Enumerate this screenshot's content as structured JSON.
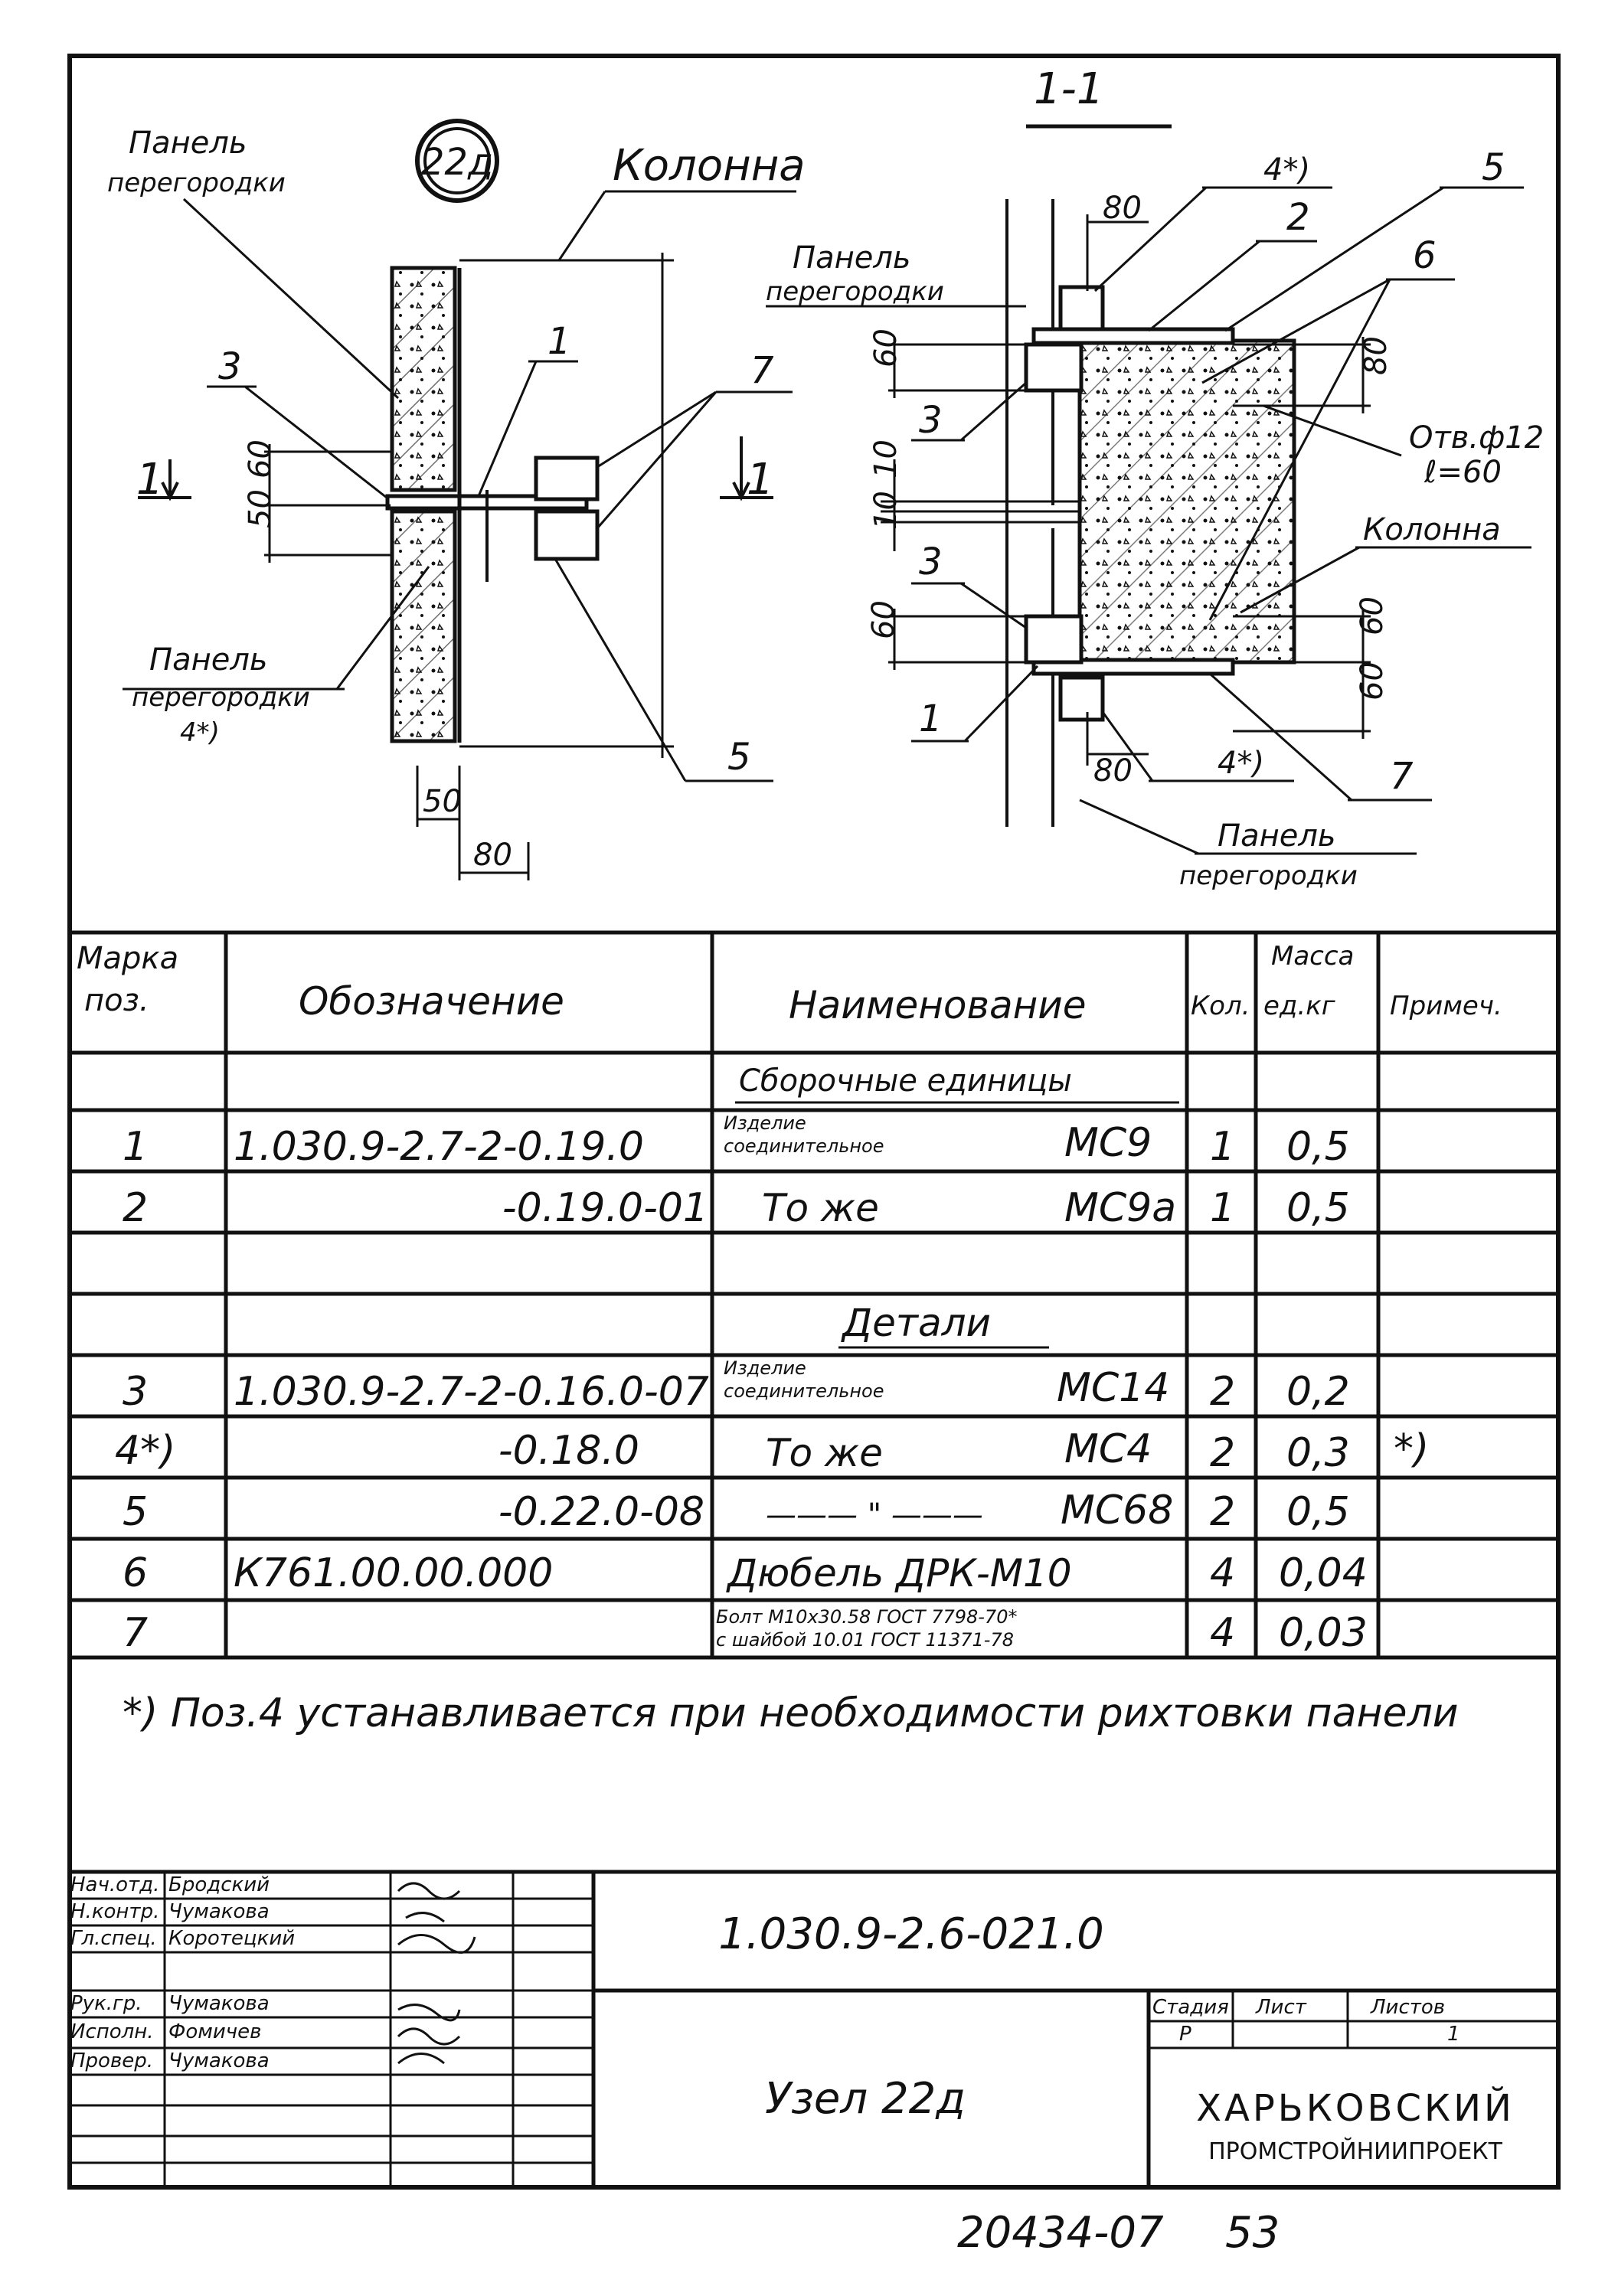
{
  "drawing": {
    "node_mark": "22д",
    "section_label": "1-1",
    "left_view": {
      "label_panel_top": [
        "Панель",
        "перегородки"
      ],
      "label_column": "Колонна",
      "label_panel_bottom": [
        "Панель",
        "перегородки"
      ],
      "label_panel_bottom_pos": "4*)",
      "pos_3": "3",
      "pos_1": "1",
      "pos_7": "7",
      "pos_5": "5",
      "section_mark_left": "1",
      "section_mark_right": "1",
      "dim_60": "60",
      "dim_50": "50",
      "dim_50b": "50",
      "dim_80": "80"
    },
    "right_view": {
      "pos_4_top": "4*)",
      "pos_5": "5",
      "pos_2": "2",
      "pos_6": "6",
      "pos_3a": "3",
      "pos_3b": "3",
      "pos_1": "1",
      "pos_4_bottom": "4*)",
      "pos_7": "7",
      "label_panel_top": [
        "Панель",
        "перегородки"
      ],
      "label_panel_bottom": [
        "Панель",
        "перегородки"
      ],
      "label_column": "Колонна",
      "hole_label": [
        "Отв.ф12",
        "ℓ=60"
      ],
      "dim_80_top": "80",
      "dim_80_bottom": "80",
      "dim_60a": "60",
      "dim_10a": "10",
      "dim_10b": "10",
      "dim_60b": "60",
      "dim_80_right": "80",
      "dim_60_right": "60",
      "dim_60_right2": "60"
    }
  },
  "spec_table": {
    "headers": {
      "mark": [
        "Марка",
        "поз."
      ],
      "designation": "Обозначение",
      "name": "Наименование",
      "qty": "Кол.",
      "mass": [
        "Масса",
        "ед.кг"
      ],
      "note": "Примеч."
    },
    "sections": {
      "assembly": "Сборочные единицы",
      "details": "Детали"
    },
    "rows": [
      {
        "pos": "1",
        "designation": "1.030.9-2.7-2-0.19.0",
        "name": [
          "Изделие",
          "соединительное"
        ],
        "code": "МС9",
        "qty": "1",
        "mass": "0,5",
        "note": ""
      },
      {
        "pos": "2",
        "designation": "-0.19.0-01",
        "name": [
          "То же"
        ],
        "code": "МС9а",
        "qty": "1",
        "mass": "0,5",
        "note": ""
      },
      {
        "pos": "3",
        "designation": "1.030.9-2.7-2-0.16.0-07",
        "name": [
          "Изделие",
          "соединительное"
        ],
        "code": "МС14",
        "qty": "2",
        "mass": "0,2",
        "note": ""
      },
      {
        "pos": "4*)",
        "designation": "-0.18.0",
        "name": [
          "То же"
        ],
        "code": "МС4",
        "qty": "2",
        "mass": "0,3",
        "note": "*)"
      },
      {
        "pos": "5",
        "designation": "-0.22.0-08",
        "name": [
          "——— \" ———"
        ],
        "code": "МС68",
        "qty": "2",
        "mass": "0,5",
        "note": ""
      },
      {
        "pos": "6",
        "designation": "К761.00.00.000",
        "name": [
          "Дюбель ДРК-М10"
        ],
        "code": "",
        "qty": "4",
        "mass": "0,04",
        "note": ""
      },
      {
        "pos": "7",
        "designation": "",
        "name": [
          "Болт М10х30.58 ГОСТ 7798-70*",
          "с шайбой 10.01 ГОСТ 11371-78"
        ],
        "code": "",
        "qty": "4",
        "mass": "0,03",
        "note": ""
      }
    ],
    "footnote": "*) Поз.4 устанавливается при необходимости рихтовки панели"
  },
  "title_block": {
    "signatures": [
      {
        "role": "Нач.отд.",
        "name": "Бродский"
      },
      {
        "role": "Н.контр.",
        "name": "Чумакова"
      },
      {
        "role": "Гл.спец.",
        "name": "Коротецкий"
      },
      {
        "role": "Рук.гр.",
        "name": "Чумакова"
      },
      {
        "role": "Исполн.",
        "name": "Фомичев"
      },
      {
        "role": "Провер.",
        "name": "Чумакова"
      }
    ],
    "document_code": "1.030.9-2.6-021.0",
    "title": "Узел 22д",
    "stage_label": "Стадия",
    "sheet_label": "Лист",
    "sheets_label": "Листов",
    "stage": "Р",
    "sheets": "1",
    "org_line1": "ХАРЬКОВСКИЙ",
    "org_line2": "ПРОМСТРОЙНИИПРОЕКТ"
  },
  "footer": {
    "archive_number": "20434-07",
    "page_number": "53"
  }
}
